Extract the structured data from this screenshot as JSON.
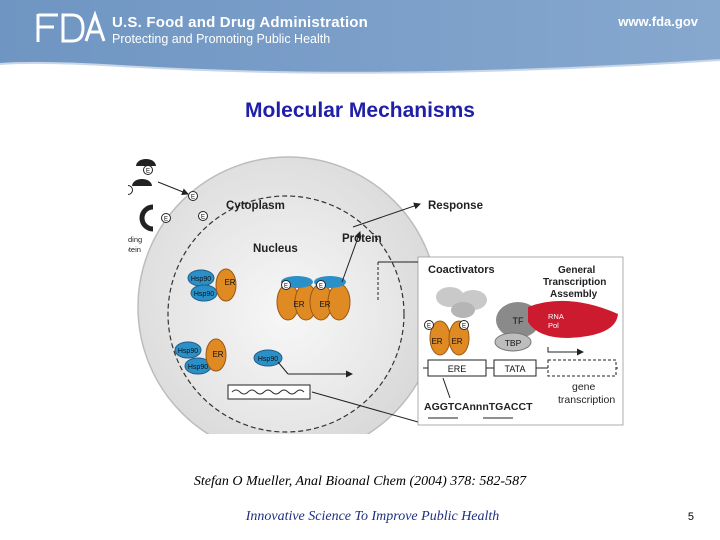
{
  "header": {
    "logo_text": "FDA",
    "agency": "U.S. Food and Drug Administration",
    "tagline": "Protecting and Promoting Public Health",
    "url": "www.fda.gov",
    "bg_color": "#7b9fc8"
  },
  "slide": {
    "title": "Molecular Mechanisms",
    "citation": "Stefan O Mueller, Anal Bioanal Chem (2004) 378: 582-587",
    "slogan": "Innovative Science To Improve Public Health",
    "page_number": "5"
  },
  "diagram": {
    "cytoplasm": "Cytoplasm",
    "nucleus": "Nucleus",
    "protein": "Protein",
    "response": "Response",
    "binding_protein_1": "binding",
    "binding_protein_2": "protein",
    "e": "E",
    "hsp90": "Hsp90",
    "er": "ER",
    "coactivators": "Coactivators",
    "gtf_1": "General",
    "gtf_2": "Transcription",
    "gtf_3": "Assembly",
    "tf": "TF",
    "rna_1": "RNA",
    "rna_2": "Pol",
    "tbp": "TBP",
    "ere": "ERE",
    "tata": "TATA",
    "gene_1": "gene",
    "gene_2": "transcription",
    "sequence": "AGGTCAnnnTGACCT"
  }
}
